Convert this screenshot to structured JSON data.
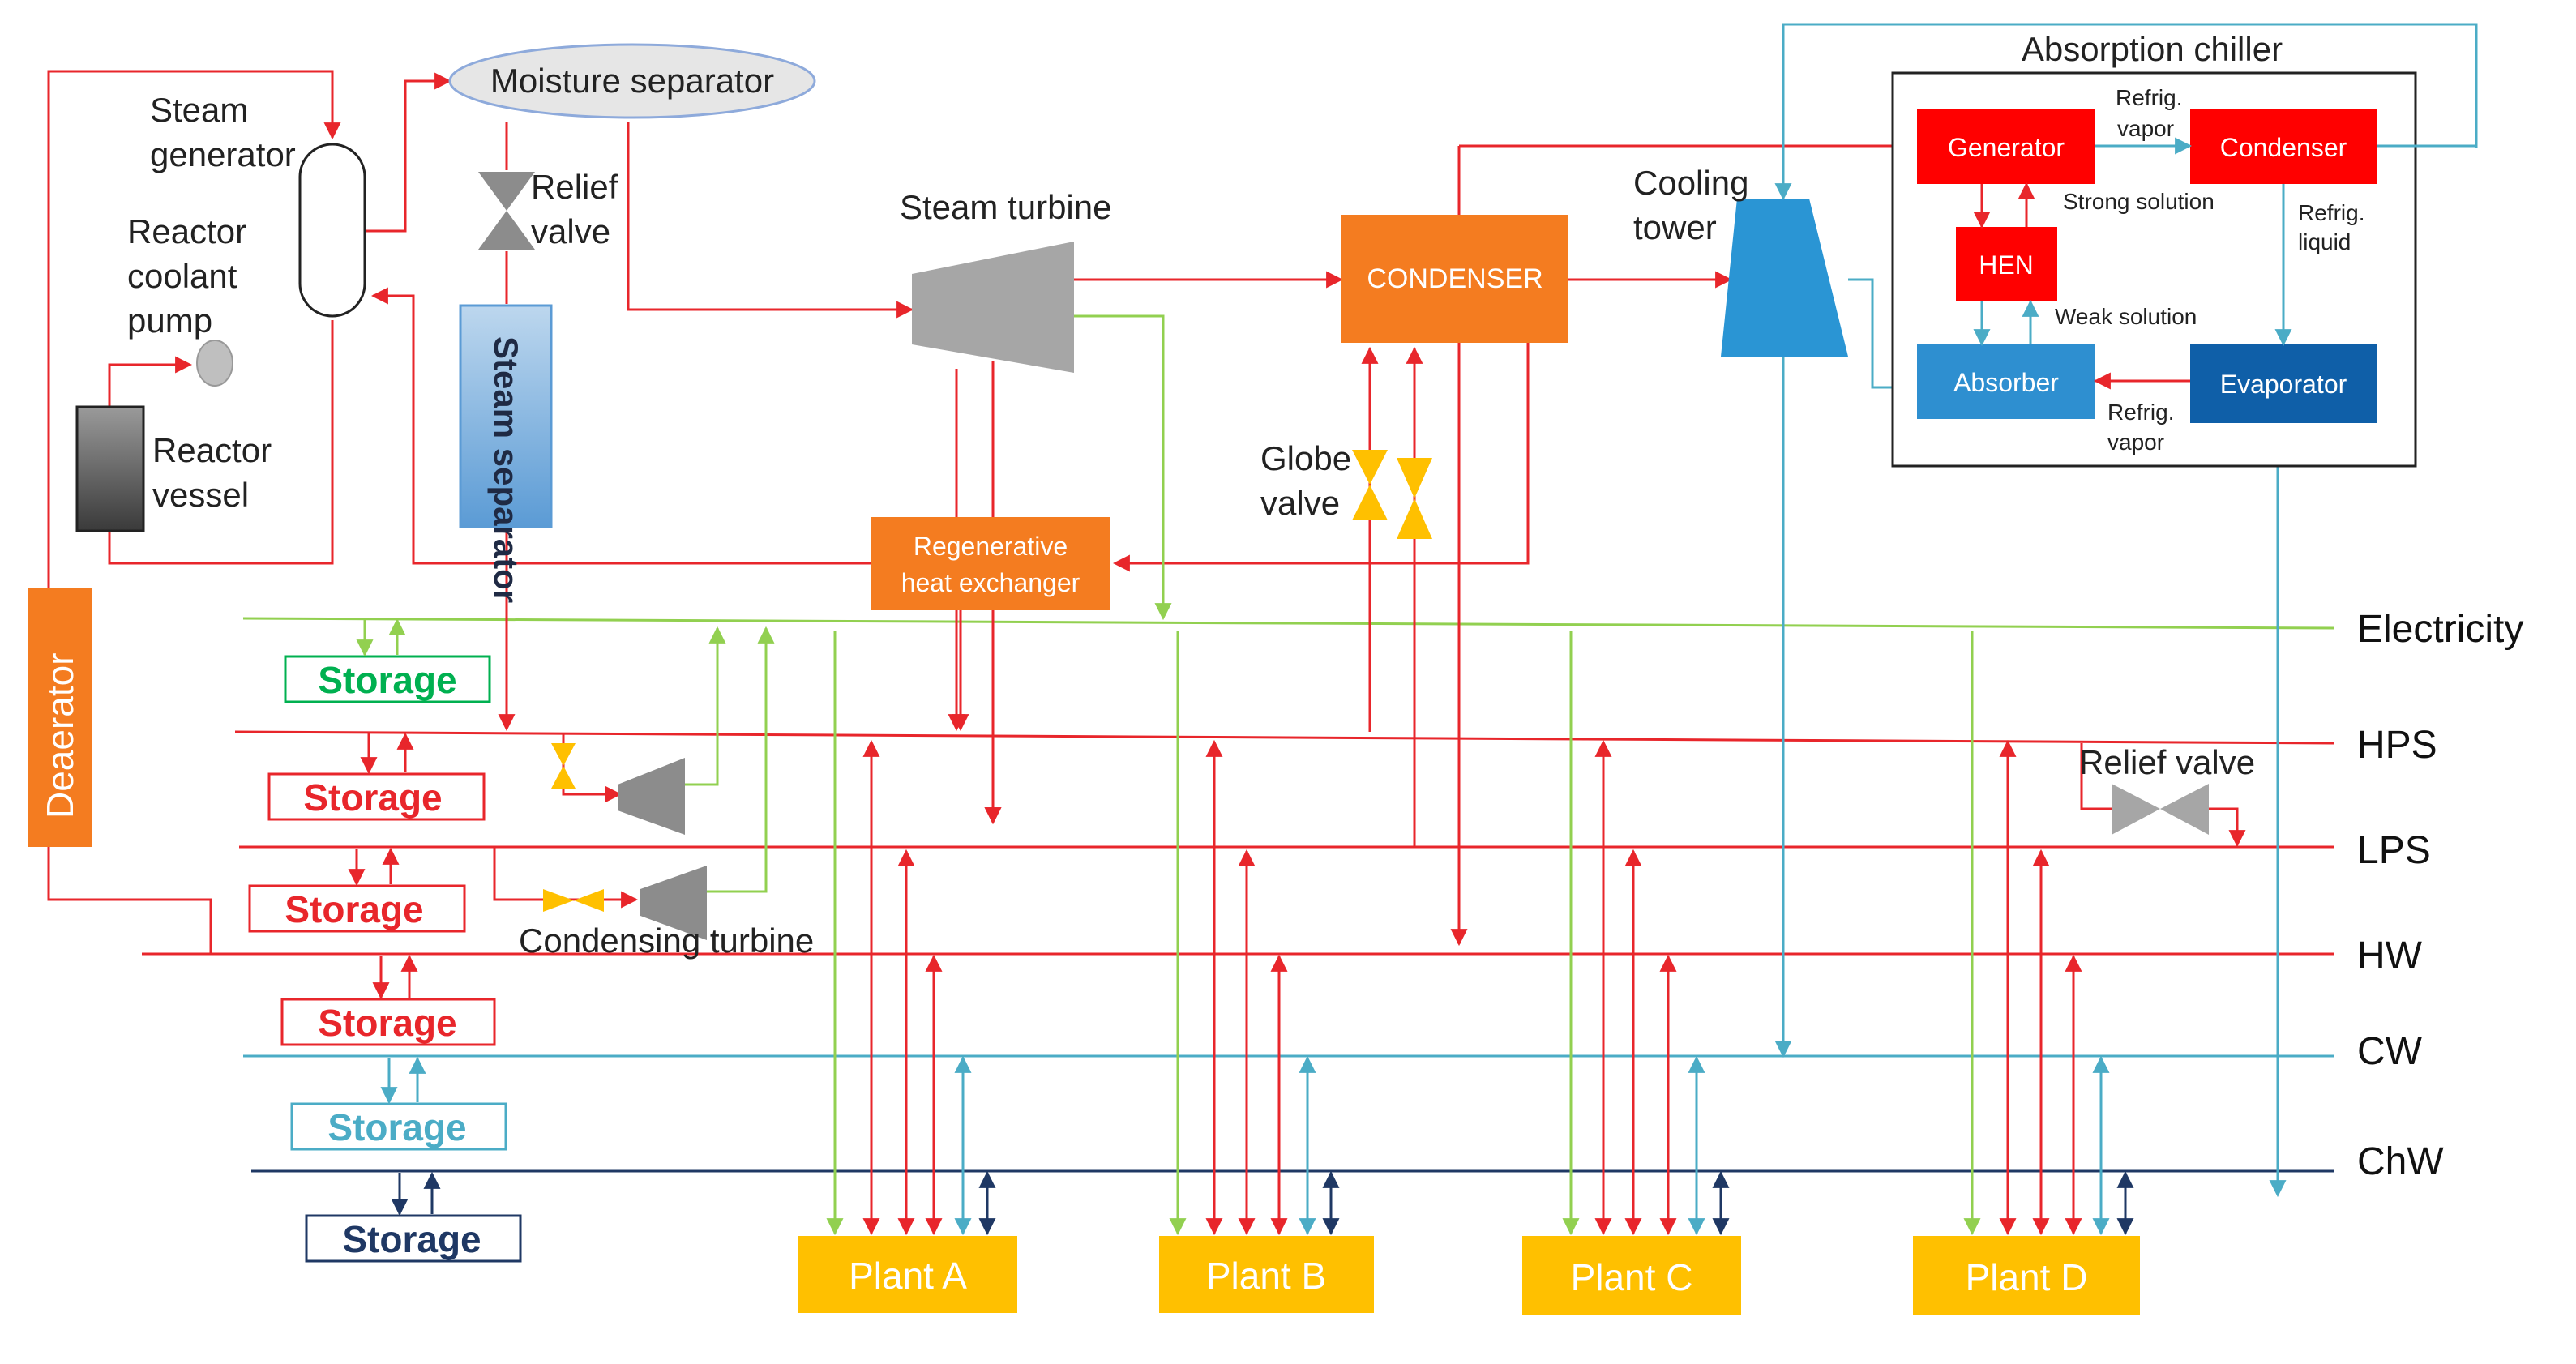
{
  "labels": {
    "moisture_separator": "Moisture separator",
    "steam_generator_1": "Steam",
    "steam_generator_2": "generator",
    "reactor_coolant_pump_1": "Reactor",
    "reactor_coolant_pump_2": "coolant",
    "reactor_coolant_pump_3": "pump",
    "reactor_vessel_1": "Reactor",
    "reactor_vessel_2": "vessel",
    "relief_valve_top_1": "Relief",
    "relief_valve_top_2": "valve",
    "steam_separator": "Steam separator",
    "steam_turbine": "Steam turbine",
    "condenser_main": "CONDENSER",
    "cooling_tower_1": "Cooling",
    "cooling_tower_2": "tower",
    "globe_valve_1": "Globe",
    "globe_valve_2": "valve",
    "regen_hx_1": "Regenerative",
    "regen_hx_2": "heat exchanger",
    "deaerator": "Deaerator",
    "condensing_turbine": "Condensing turbine",
    "relief_valve_right": "Relief valve"
  },
  "absorption_chiller": {
    "title": "Absorption chiller",
    "generator": "Generator",
    "condenser": "Condenser",
    "hen": "HEN",
    "absorber": "Absorber",
    "evaporator": "Evaporator",
    "refrig_vapor_top_1": "Refrig.",
    "refrig_vapor_top_2": "vapor",
    "strong_solution": "Strong solution",
    "weak_solution": "Weak solution",
    "refrig_liquid_1": "Refrig.",
    "refrig_liquid_2": "liquid",
    "refrig_vapor_bottom_1": "Refrig.",
    "refrig_vapor_bottom_2": "vapor"
  },
  "buses": {
    "electricity": "Electricity",
    "hps": "HPS",
    "lps": "LPS",
    "hw": "HW",
    "cw": "CW",
    "chw": "ChW"
  },
  "storage": {
    "electricity": "Storage",
    "hps": "Storage",
    "lps": "Storage",
    "hw": "Storage",
    "cw": "Storage",
    "chw": "Storage"
  },
  "plants": {
    "a": "Plant A",
    "b": "Plant B",
    "c": "Plant C",
    "d": "Plant D"
  },
  "colors": {
    "steam_red": "#e8262b",
    "electricity_green": "#92d050",
    "storage_green": "#00b050",
    "cw_blue": "#4bacc6",
    "chw_navy": "#1f3864",
    "plant_yellow": "#ffc000",
    "condenser_orange": "#f47c20",
    "turbine_gray": "#a6a6a6",
    "chiller_red": "#ff0000",
    "absorber_blue": "#2e8fd0",
    "evaporator_blue": "#0f5fa8",
    "cooling_tower_blue": "#2a95d4",
    "valve_yellow": "#ffc000"
  }
}
